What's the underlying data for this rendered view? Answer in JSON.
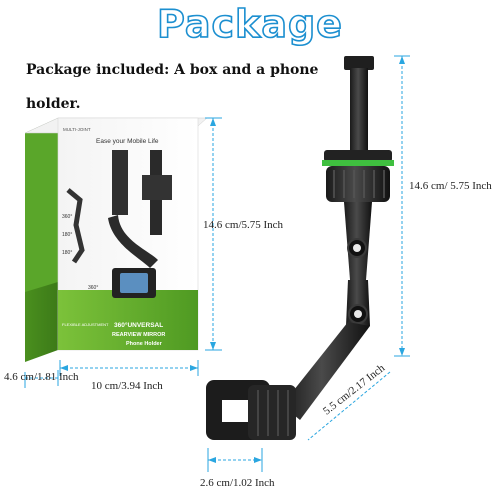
{
  "title": "Package",
  "caption_line1": "Package included: A box and a phone",
  "caption_line2": "holder.",
  "box": {
    "corner_label": "MULTI-JOINT",
    "slogan": "Ease your Mobile Life",
    "angle_labels": [
      "360°",
      "180°",
      "180°",
      "360°"
    ],
    "bottom_left": "FLEXIBLE ADJUSTMENT",
    "product_name_1": "360°UNVERSAL",
    "product_name_2": "REARVIEW MIRROR",
    "product_name_3": "Phone Holder"
  },
  "dimensions": {
    "box_height": "14.6 cm/5.75 Inch",
    "box_depth": "4.6 cm/1.81 Inch",
    "box_width": "10 cm/3.94 Inch",
    "holder_height": "14.6 cm/ 5.75 Inch",
    "holder_arm": "5.5 cm/2.17 Inch",
    "holder_clip": "2.6 cm/1.02 Inch"
  },
  "colors": {
    "accent_blue": "#1c8fd0",
    "dim_line": "#2aa6e0",
    "green": "#3fbf3f",
    "box_green": "#6cae2e"
  }
}
